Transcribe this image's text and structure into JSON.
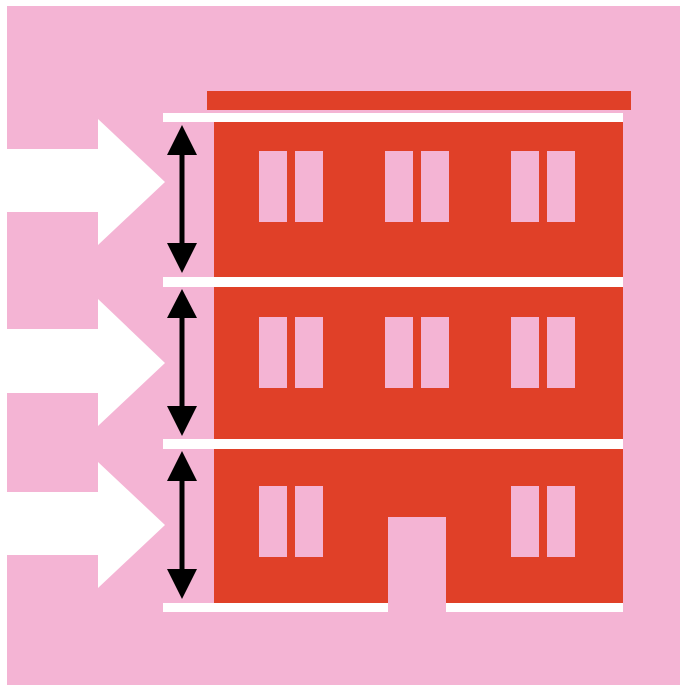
{
  "illustration": {
    "subject": "building-floor-height",
    "floors": 3,
    "windows_per_floor": [
      3,
      3,
      2
    ],
    "has_entrance_door": true,
    "arrows": 3
  },
  "colors": {
    "outer_border": "#ffffff",
    "background": "#f4b4d4",
    "building": "#e04028",
    "floor_lines": "#ffffff",
    "windows": "#f4b4d4",
    "door": "#f4b4d4",
    "arrows": "#ffffff",
    "dimension_arrows": "#000000"
  }
}
